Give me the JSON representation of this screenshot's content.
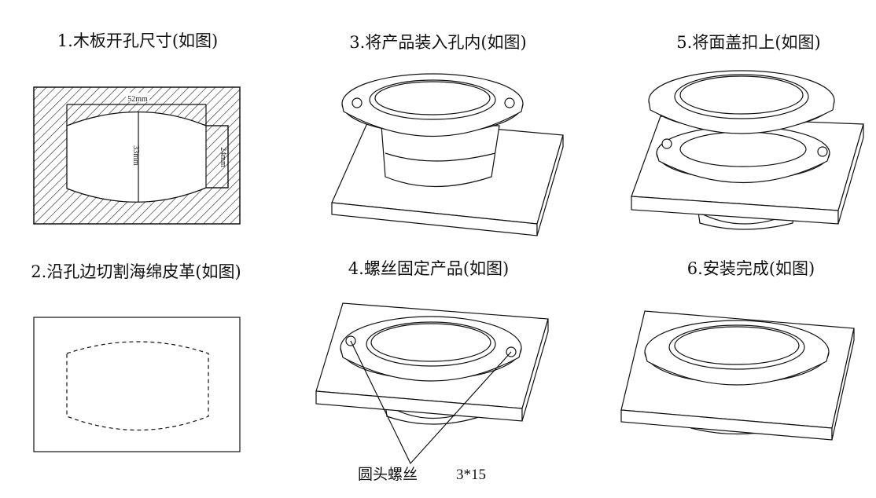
{
  "steps": [
    {
      "label": "1.木板开孔尺寸(如图)"
    },
    {
      "label": "2.沿孔边切割海绵皮革(如图)"
    },
    {
      "label": "3.将产品装入孔内(如图)"
    },
    {
      "label": "4.螺丝固定产品(如图)"
    },
    {
      "label": "5.将面盖扣上(如图)"
    },
    {
      "label": "6.安装完成(如图)"
    }
  ],
  "dimensions": {
    "width": "52mm",
    "height": "33mm",
    "side": "24mm"
  },
  "screw_callout": {
    "name": "圆头螺丝",
    "size": "3*15"
  }
}
